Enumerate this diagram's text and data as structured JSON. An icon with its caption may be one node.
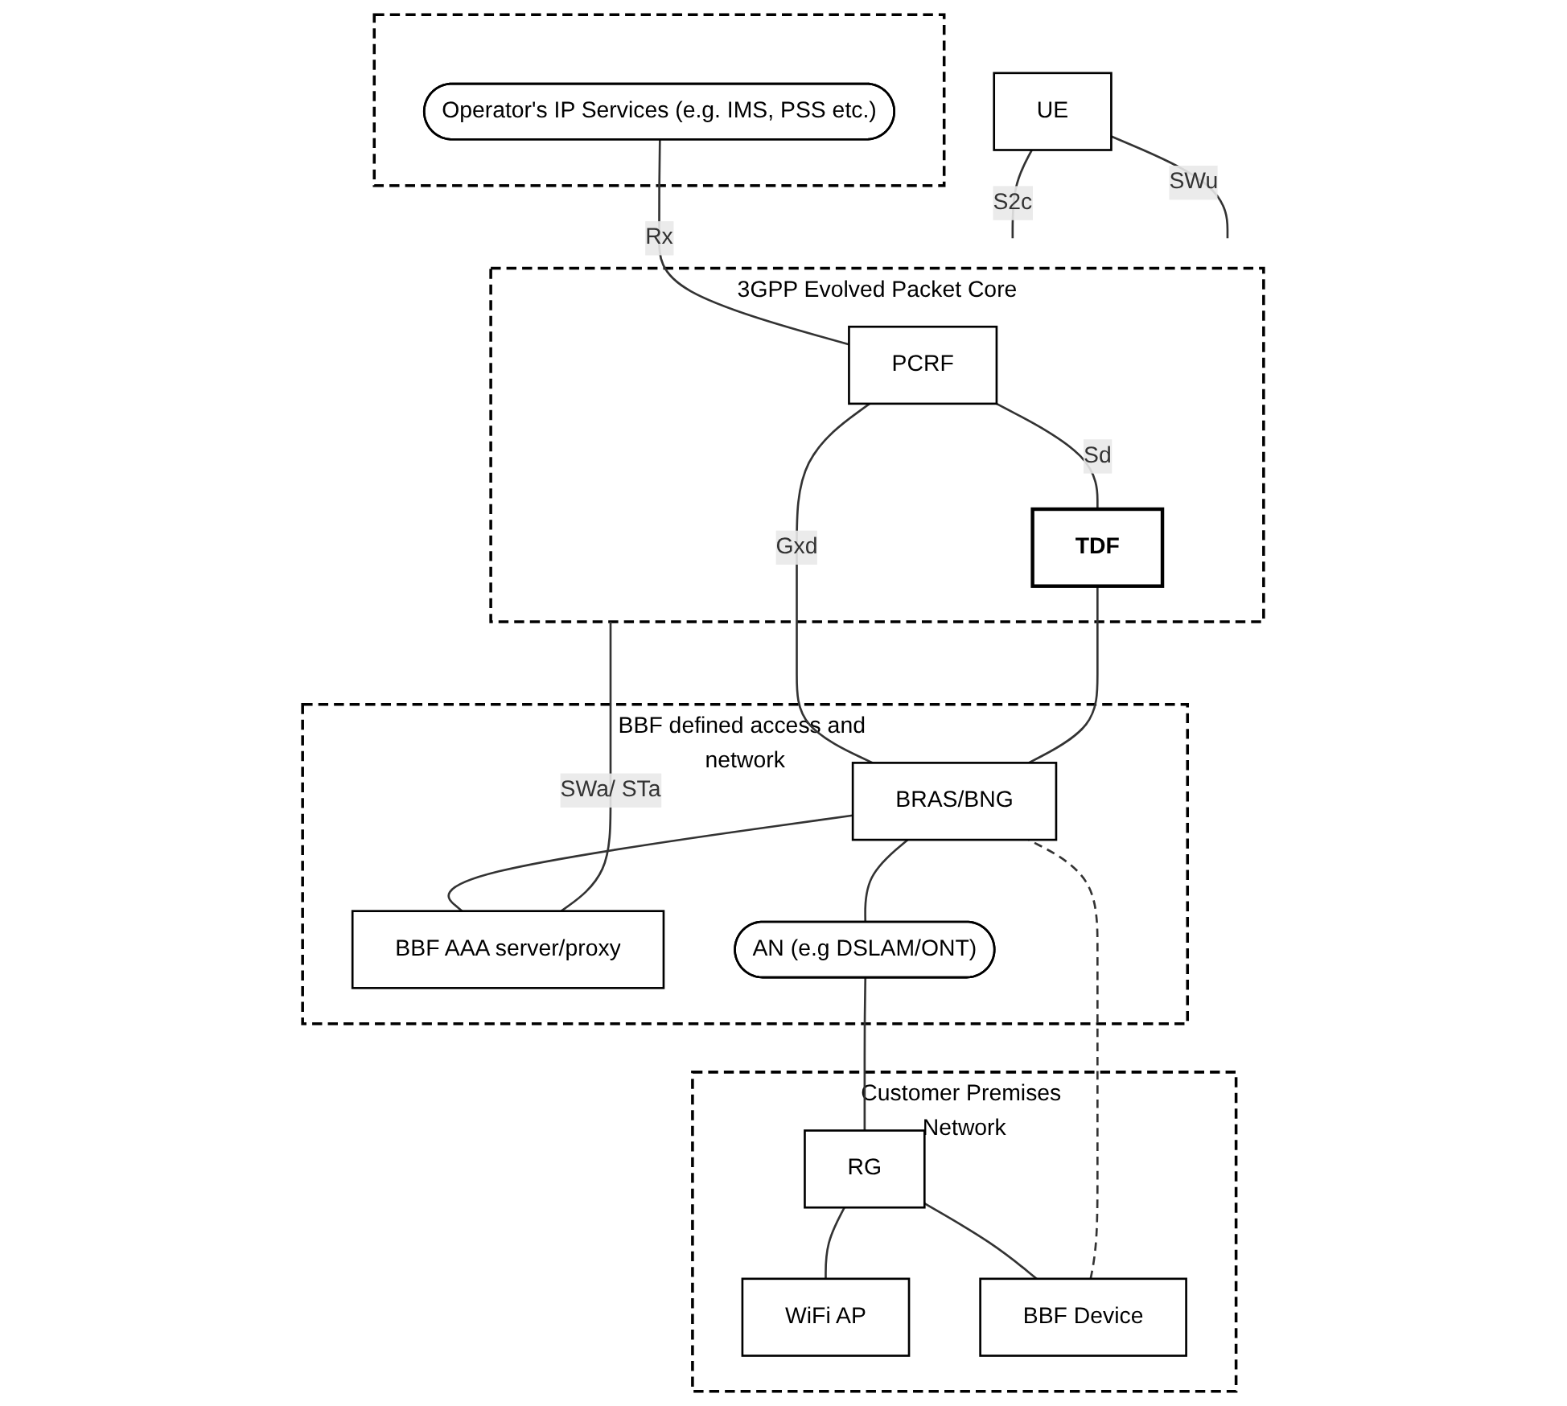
{
  "diagram": {
    "nodes": [
      {
        "text": [],
        "shape": "box"
      },
      {
        "text": [
          "Operator's IP Services (e.g. IMS, PSS etc.)"
        ],
        "in": 0
      },
      {
        "text": [
          "3GPP Evolved Packet Core"
        ]
      },
      {
        "text": [
          "PCRF"
        ],
        "in": 2
      },
      {
        "text": [
          "TDF"
        ],
        "in": 2
      },
      {
        "text": [
          "BBF defined access and network"
        ]
      },
      {
        "text": [
          "BRAS/BNG"
        ],
        "in": 5
      },
      {
        "text": [
          "BBF AAA server/proxy"
        ],
        "in": 5
      },
      {
        "text": [
          "AN (e.g DSLAM/ONT)"
        ],
        "in": 5
      },
      {
        "text": [
          "Customer Premises Network"
        ]
      },
      {
        "text": [
          "RG"
        ],
        "in": 9
      },
      {
        "text": [
          "WiFi AP"
        ],
        "in": 9
      },
      {
        "text": [
          "BBF Device"
        ],
        "in": 9
      },
      {
        "text": [
          "UE"
        ]
      }
    ],
    "edges": [
      {
        "from": 1,
        "to": 3,
        "arrow": "none",
        "label": "Rx"
      },
      {
        "from": 3,
        "to": 4,
        "arrow": "none",
        "label": "Sd"
      },
      {
        "from": 3,
        "to": 6,
        "arrow": "none",
        "label": "Gxd"
      },
      {
        "from": 4,
        "to": 6,
        "arrow": "none"
      },
      {
        "from": 6,
        "to": 7,
        "arrow": "none"
      },
      {
        "from": 7,
        "to": 2,
        "arrow": "none",
        "label": "SWa/ STa"
      },
      {
        "from": 6,
        "to": 8,
        "arrow": "none"
      },
      {
        "from": 8,
        "to": 10,
        "arrow": "none"
      },
      {
        "from": 10,
        "to": 11,
        "arrow": "none"
      },
      {
        "from": 10,
        "to": 12,
        "arrow": "none"
      },
      {
        "from": 13,
        "to": 2,
        "arrow": "none",
        "label": "S2c"
      },
      {
        "from": 13,
        "to": 2,
        "arrow": "none",
        "label": "SWu"
      },
      {
        "from": 12,
        "to": 6,
        "arrow": "none",
        "style": "dashed"
      }
    ]
  }
}
